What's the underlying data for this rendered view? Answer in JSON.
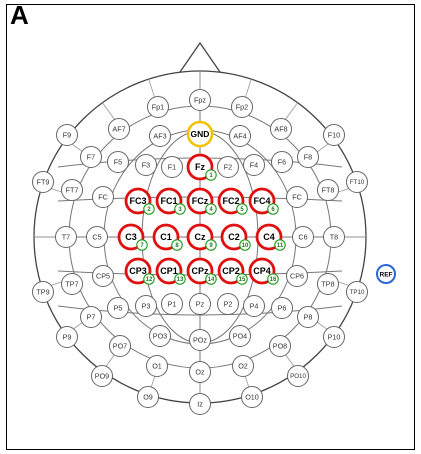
{
  "panel_label": "A",
  "colors": {
    "active_ring": "#e01010",
    "ground_ring": "#f2c200",
    "reference_ring": "#2a64d8",
    "number_ring": "#1e9a1e",
    "passive_ring": "#666666"
  },
  "electrodes": {
    "passive": [
      "Fpz",
      "Fp1",
      "Fp2",
      "AF7",
      "AF3",
      "AF4",
      "AF8",
      "F9",
      "F7",
      "F5",
      "F3",
      "F1",
      "F2",
      "F4",
      "F6",
      "F8",
      "F10",
      "FT9",
      "FT7",
      "FC",
      "FC",
      "FT8",
      "FT10",
      "T7",
      "C5",
      "C6",
      "T8",
      "TP9",
      "TP7",
      "CP5",
      "CP6",
      "TP8",
      "TP10",
      "P9",
      "P7",
      "P5",
      "P3",
      "P1",
      "Pz",
      "P2",
      "P4",
      "P6",
      "P8",
      "P10",
      "PO3",
      "PO4",
      "PO7",
      "POz",
      "PO8",
      "PO9",
      "O1",
      "Oz",
      "O2",
      "PO10",
      "O9",
      "Iz",
      "O10"
    ],
    "ground": "GND",
    "reference": "REF",
    "active": [
      {
        "name": "Fz",
        "number": "1"
      },
      {
        "name": "FC3",
        "number": "2"
      },
      {
        "name": "FC1",
        "number": "3"
      },
      {
        "name": "FCz",
        "number": "4"
      },
      {
        "name": "FC2",
        "number": "5"
      },
      {
        "name": "FC4",
        "number": "6"
      },
      {
        "name": "C3",
        "number": "7"
      },
      {
        "name": "C1",
        "number": "8"
      },
      {
        "name": "Cz",
        "number": "9"
      },
      {
        "name": "C2",
        "number": "10"
      },
      {
        "name": "C4",
        "number": "11"
      },
      {
        "name": "CP3",
        "number": "12"
      },
      {
        "name": "CP1",
        "number": "13"
      },
      {
        "name": "CPz",
        "number": "14"
      },
      {
        "name": "CP2",
        "number": "15"
      },
      {
        "name": "CP4",
        "number": "16"
      }
    ]
  }
}
